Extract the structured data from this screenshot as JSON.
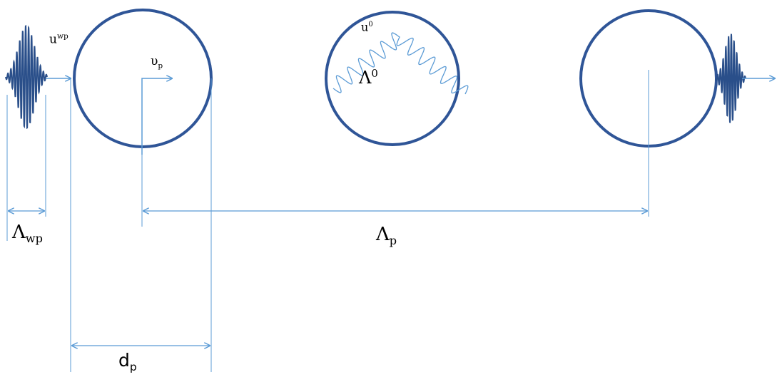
{
  "colors": {
    "circle": "#2f5597",
    "dimension_line": "#5b9bd5",
    "wave_packet": "#2a4f8a",
    "internal_wave": "#5b9bd5",
    "text": "#000000"
  },
  "labels": {
    "u_wp": {
      "base": "u",
      "sup": "wp"
    },
    "v_p": {
      "base": "υ",
      "sub": "p"
    },
    "u0": {
      "base": "u",
      "sup": "0"
    },
    "lambda0": {
      "base": "Λ",
      "sup": "0"
    },
    "lambda_wp": {
      "base": "Λ",
      "sub": "wp"
    },
    "lambda_p": {
      "base": "Λ",
      "sub": "p"
    },
    "d_p": {
      "base": "d",
      "sub": "p"
    }
  }
}
